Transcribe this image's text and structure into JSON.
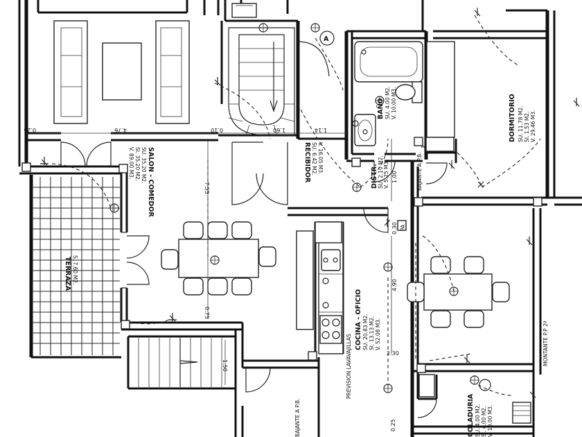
{
  "rooms": {
    "salon": {
      "name": "SALON - COMEDOR",
      "su": "SU.  35.20 M2.",
      "si": "SI.  35.20 M2.",
      "v": "V.  89.00 M3."
    },
    "terraza": {
      "name": "TERRAZA",
      "s": "S.  7.60 M2."
    },
    "recibidor": {
      "name": "RECIBIDOR",
      "su": "SU.  6.42 M2.",
      "v": "V.  16.05 M3."
    },
    "distr": {
      "name": "DISTR.",
      "su": "SU.  2.10 M2.",
      "v": "V.  5.25 M3."
    },
    "bano": {
      "name": "BAÑO",
      "su": "SU.  4.00 M2.",
      "v": "V.  10.00 M3."
    },
    "dormitorio": {
      "name": "DORMITORIO",
      "su": "SU.  11.78 M2.",
      "si": "SI.  1.53 M2.",
      "v": "V.  29.46 M3."
    },
    "cocina": {
      "name": "COCINA - OFICIO",
      "su": "SU.  20.83 M2.",
      "si": "SI.  13.13 M2.",
      "v": "V.  52.08 M3."
    },
    "coladuria": {
      "name": "COLADURIA",
      "su": "SU.  4.00 M2.",
      "si": "SI.  4.00 M2.",
      "v": "V.  10.00 M3."
    }
  },
  "labels": {
    "bajante_pb_1": "BAJANTE  A  P.B.",
    "bajante_pb_2": "BAJANTE  A  P.B.",
    "montante": "MONTANTE  P.P 2ª",
    "prevision": "PREVISION  LAVAVAJILLAS",
    "pa": "PA",
    "circle_a": "A"
  },
  "dimensions": {
    "d_025_top": "0.25",
    "d_476": "4.76",
    "d_010": "0.10",
    "d_160": "1.60",
    "d_114": "1.14",
    "d_755": "7.55",
    "d_100": "1.00",
    "d_030": "0.30",
    "d_490": "4.90",
    "d_075": "0.75",
    "d_150": "1.50",
    "d_230": "2.30",
    "d_025_bottom": "0.25"
  },
  "colors": {
    "ink": "#111111",
    "paper": "#ffffff"
  },
  "icons": [
    "light-fixture-icon",
    "switch-icon",
    "socket-icon",
    "washbasin-icon",
    "toilet-icon",
    "bathtub-icon",
    "sink-icon",
    "stove-icon",
    "washing-machine-icon"
  ]
}
